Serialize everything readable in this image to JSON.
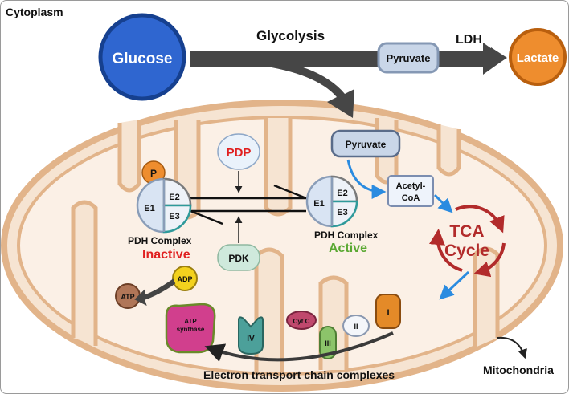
{
  "title": "Cytoplasm",
  "glycolysis": {
    "glucose": "Glucose",
    "label": "Glycolysis",
    "pyruvate": "Pyruvate",
    "ldh": "LDH",
    "lactate": "Lactate"
  },
  "mito": {
    "pyruvate": "Pyruvate",
    "acetyl_coa_1": "Acetyl-",
    "acetyl_coa_2": "CoA",
    "tca_1": "TCA",
    "tca_2": "Cycle",
    "pdp": "PDP",
    "pdk": "PDK",
    "phosphate": "P",
    "mitochondria": "Mitochondria"
  },
  "pdh_inactive": {
    "e1": "E1",
    "e2": "E2",
    "e3": "E3",
    "name": "PDH Complex",
    "state": "Inactive"
  },
  "pdh_active": {
    "e1": "E1",
    "e2": "E2",
    "e3": "E3",
    "name": "PDH Complex",
    "state": "Active"
  },
  "etc": {
    "atp": "ATP",
    "adp": "ADP",
    "atp_synthase_1": "ATP",
    "atp_synthase_2": "synthase",
    "complex_iv": "IV",
    "cyt_c": "Cyt C",
    "complex_iii": "III",
    "complex_ii": "II",
    "complex_i": "I",
    "label": "Electron transport chain complexes"
  },
  "colors": {
    "glucose": "#2f66d0",
    "lactate": "#ee8d2e",
    "membrane": "#e2b48a",
    "tca_arrow": "#b22b2b",
    "inactive": "#e02020",
    "active": "#5aa832",
    "pdp": "#e02020",
    "blue_arrow": "#2a8be0"
  }
}
